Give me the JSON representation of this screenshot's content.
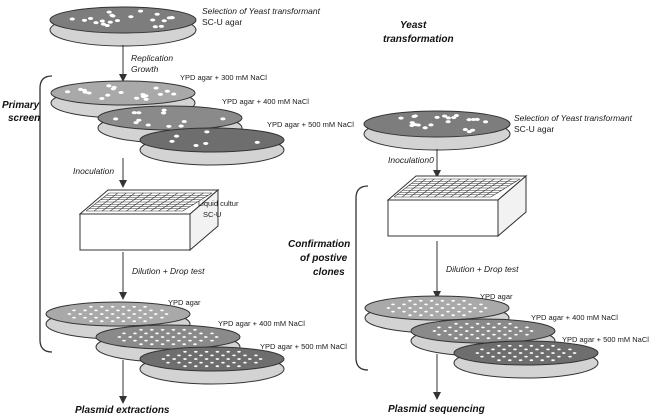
{
  "left": {
    "selection_title": "Selection of Yeast transformant",
    "selection_medium": "SC-U agar",
    "replication_line1": "Replication",
    "replication_line2": "Growth",
    "primary_screen_line1": "Primary",
    "primary_screen_line2": "screen",
    "plate_300": "YPD agar + 300 mM NaCl",
    "plate_400": "YPD agar + 400 mM NaCl",
    "plate_500": "YPD agar + 500 mM NaCl",
    "inoculation": "Inoculation",
    "liquid_line1": "Liquid cultur",
    "liquid_line2": "SC-U",
    "dilution": "Dilution + Drop test",
    "drop_ypd": "YPD agar",
    "drop_400": "YPD agar + 400 mM NaCl",
    "drop_500": "YPD agar + 500 mM NaCl",
    "result": "Plasmid extractions"
  },
  "right": {
    "header_line1": "Yeast",
    "header_line2": "transformation",
    "selection_title": "Selection of Yeast transformant",
    "selection_medium": "SC-U agar",
    "inoculation": "Inoculation0",
    "confirm_line1": "Confirmation",
    "confirm_line2": "of postive",
    "confirm_line3": "clones",
    "dilution": "Dilution + Drop test",
    "drop_ypd": "YPD agar",
    "drop_400": "YPD agar + 400 mM NaCl",
    "drop_500": "YPD agar + 500 mM NaCl",
    "result": "Plasmid sequencing"
  },
  "colors": {
    "dish_dark": "#7d7d7d",
    "dish_medium": "#a9a9a9",
    "dish_light": "#d3d3d3",
    "line": "#333333"
  }
}
